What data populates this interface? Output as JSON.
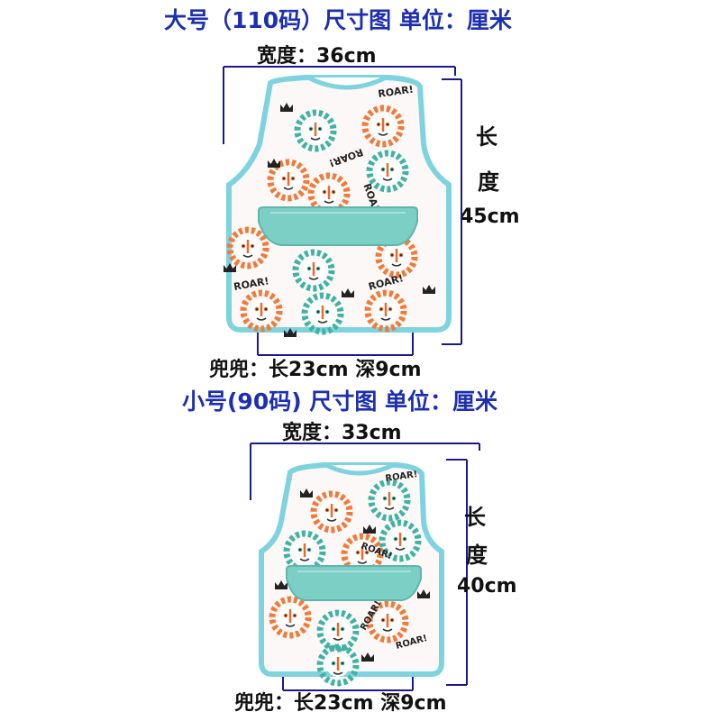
{
  "large": {
    "title": "大号（110码）尺寸图 单位：厘米",
    "width_label": "宽度：36cm",
    "length_char1": "长",
    "length_char2": "度",
    "length_value": "45cm",
    "pocket_label": "兜兜：长23cm 深9cm"
  },
  "small": {
    "title": "小号(90码) 尺寸图 单位：厘米",
    "width_label": "宽度：33cm",
    "length_char1": "长",
    "length_char2": "度",
    "length_value": "40cm",
    "pocket_label": "兜兜：长23cm 深9cm"
  },
  "print_text": "ROAR!",
  "colors": {
    "title": "#1d2fb0",
    "measure_line": "#1a1a8c",
    "trim": "#7fd3de",
    "pocket": "#7ccfc4",
    "lion_orange": "#f07a3a",
    "lion_teal": "#3fb3a3",
    "background": "#ffffff"
  },
  "icons": [
    "lion-face-icon",
    "crown-icon"
  ]
}
